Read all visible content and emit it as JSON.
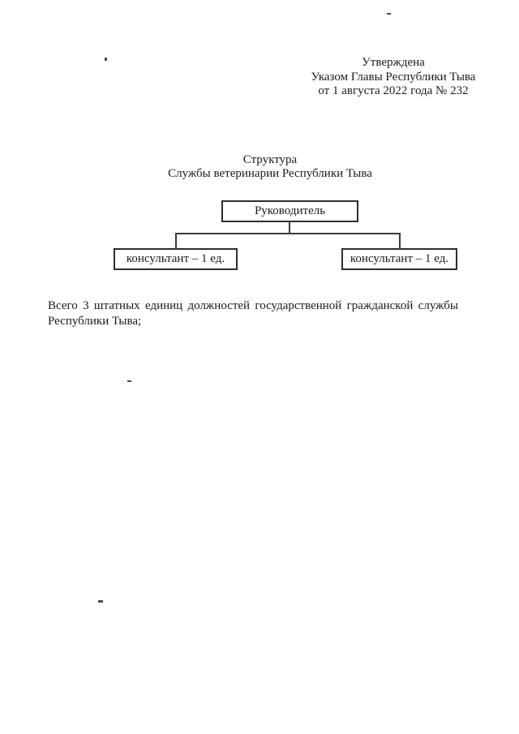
{
  "colors": {
    "background": "#ffffff",
    "text": "#1b1b1b",
    "box_border": "#2e2e2e",
    "connector_line": "#3a3a3a"
  },
  "approval": {
    "line1": "Утверждена",
    "line2": "Указом Главы Республики Тыва",
    "line3": "от 1 августа 2022 года № 232"
  },
  "title": {
    "line1": "Структура",
    "line2": "Службы ветеринарии Республики Тыва"
  },
  "org_chart": {
    "root": {
      "label": "Руководитель"
    },
    "children": [
      {
        "label": "консультант – 1 ед."
      },
      {
        "label": "консультант – 1 ед."
      }
    ]
  },
  "body": {
    "paragraph": "Всего 3 штатных единиц должностей государственной гражданской службы Республики Тыва;"
  }
}
